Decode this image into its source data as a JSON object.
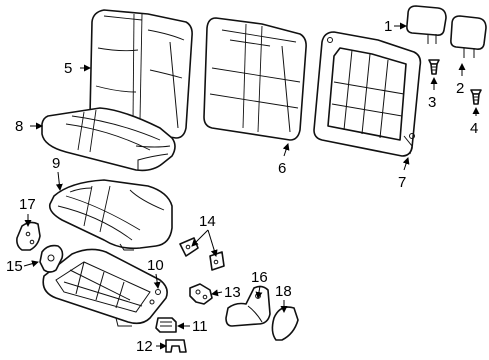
{
  "callouts": [
    {
      "id": "1",
      "text": "1"
    },
    {
      "id": "2",
      "text": "2"
    },
    {
      "id": "3",
      "text": "3"
    },
    {
      "id": "4",
      "text": "4"
    },
    {
      "id": "5",
      "text": "5"
    },
    {
      "id": "6",
      "text": "6"
    },
    {
      "id": "7",
      "text": "7"
    },
    {
      "id": "8",
      "text": "8"
    },
    {
      "id": "9",
      "text": "9"
    },
    {
      "id": "10",
      "text": "10"
    },
    {
      "id": "11",
      "text": "11"
    },
    {
      "id": "12",
      "text": "12"
    },
    {
      "id": "13",
      "text": "13"
    },
    {
      "id": "14",
      "text": "14"
    },
    {
      "id": "15",
      "text": "15"
    },
    {
      "id": "16",
      "text": "16"
    },
    {
      "id": "17",
      "text": "17"
    },
    {
      "id": "18",
      "text": "18"
    }
  ],
  "colors": {
    "ink": "#111111",
    "background": "#ffffff"
  }
}
